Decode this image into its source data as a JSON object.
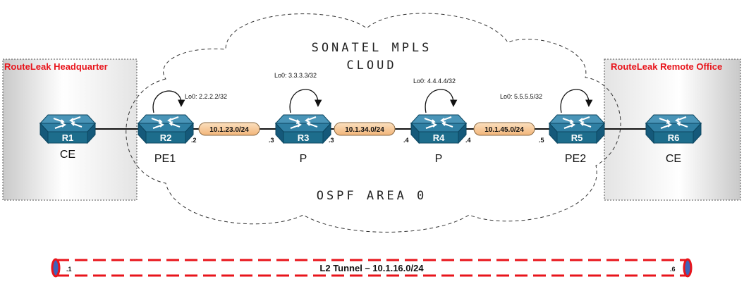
{
  "sites": {
    "headquarter": "RouteLeak Headquarter",
    "remote": "RouteLeak Remote Office"
  },
  "cloud": {
    "title_line1": "SONATEL MPLS",
    "title_line2": "CLOUD",
    "area": "OSPF AREA 0"
  },
  "routers": [
    {
      "name": "R1",
      "role": "CE"
    },
    {
      "name": "R2",
      "role": "PE1",
      "loopback": "Lo0: 2.2.2.2/32"
    },
    {
      "name": "R3",
      "role": "P",
      "loopback": "Lo0: 3.3.3.3/32"
    },
    {
      "name": "R4",
      "role": "P",
      "loopback": "Lo0: 4.4.4.4/32"
    },
    {
      "name": "R5",
      "role": "PE2",
      "loopback": "Lo0: 5.5.5.5/32"
    },
    {
      "name": "R6",
      "role": "CE"
    }
  ],
  "links": [
    {
      "subnet": "10.1.23.0/24",
      "left_ip": ".2",
      "right_ip": ".3"
    },
    {
      "subnet": "10.1.34.0/24",
      "left_ip": ".3",
      "right_ip": ".4"
    },
    {
      "subnet": "10.1.45.0/24",
      "left_ip": ".4",
      "right_ip": ".5"
    }
  ],
  "tunnel": {
    "label": "L2 Tunnel – 10.1.16.0/24",
    "left_ip": ".1",
    "right_ip": ".6"
  },
  "colors": {
    "router_body": "#1d6d8c",
    "site_title": "#e8141b",
    "subnet_fill": "#f7c58e",
    "tunnel_dash": "#e8141b",
    "tunnel_cap": "#3f63b8"
  }
}
